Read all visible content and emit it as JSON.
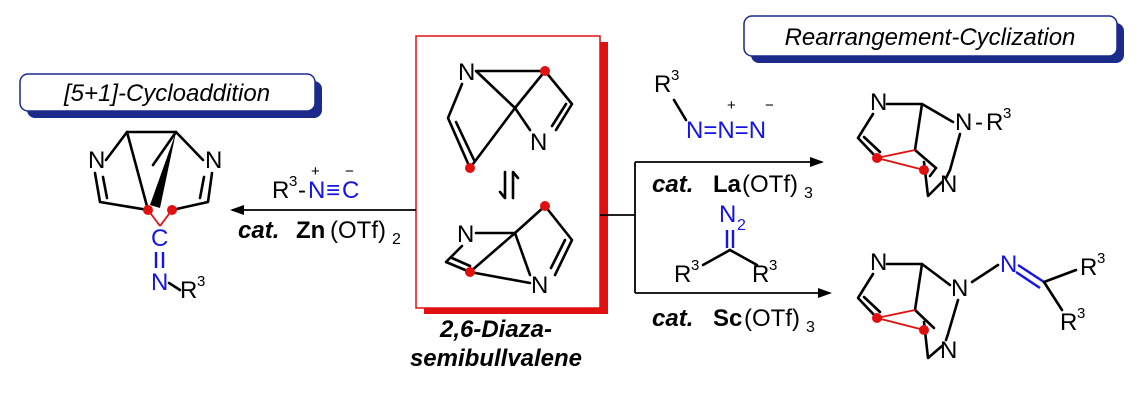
{
  "titles": {
    "left": "[5+1]-Cycloaddition",
    "right": "Rearrangement-Cyclization"
  },
  "center": {
    "caption_line1": "2,6-Diaza-",
    "caption_line2": "semibullvalene"
  },
  "atoms": {
    "N": "N",
    "C": "C",
    "R": "R",
    "three": "3",
    "two": "2",
    "plus": "+",
    "minus": "−",
    "dash": "-"
  },
  "reagents": {
    "left_top": {
      "r": "R",
      "sup": "3",
      "dash": "-",
      "n": "N",
      "triple": "≡",
      "c": "C",
      "n_charge": "+",
      "c_charge": "−"
    },
    "left_bottom": {
      "cat": "cat.",
      "metal": "Zn",
      "salt": "(OTf)",
      "sub": "2"
    },
    "right_top_azide": {
      "r": "R",
      "sup": "3",
      "chain": "N=N=N",
      "charge_mid": "+",
      "charge_end": "−"
    },
    "right_top_cat": {
      "cat": "cat.",
      "metal": "La",
      "salt": "(OTf)",
      "sub": "3"
    },
    "right_bottom_diazo": {
      "n": "N",
      "sub": "2",
      "r": "R",
      "sup": "3"
    },
    "right_bottom_cat": {
      "cat": "cat.",
      "metal": "Sc",
      "salt": "(OTf)",
      "sub": "3"
    }
  },
  "colors": {
    "blue": "#1414e6",
    "red": "#e01010",
    "zn": "#e0148c",
    "la": "#f07a30",
    "sc": "#1e8a1e",
    "box_shadow": "#1c2a8c",
    "frame_red": "#e01010"
  },
  "icons": [
    "equilibrium-arrows-icon",
    "reaction-arrow-icon"
  ]
}
